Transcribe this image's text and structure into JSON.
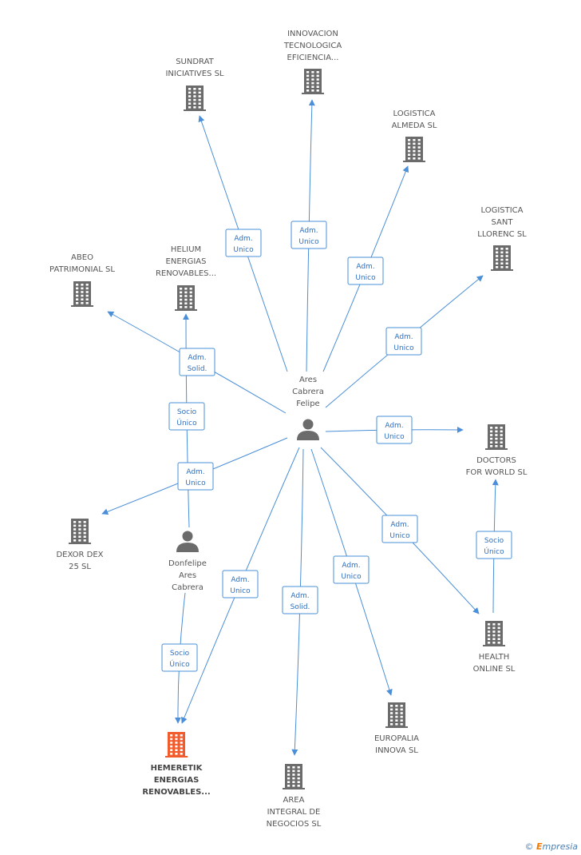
{
  "nodes": [
    {
      "id": "ares",
      "type": "person",
      "lines": [
        "Ares",
        "Cabrera",
        "Felipe"
      ]
    },
    {
      "id": "donfelipe",
      "type": "person",
      "lines": [
        "Donfelipe",
        "Ares",
        "Cabrera"
      ]
    },
    {
      "id": "innovacion",
      "type": "company",
      "lines": [
        "INNOVACION",
        "TECNOLOGICA",
        "EFICIENCIA..."
      ]
    },
    {
      "id": "sundrat",
      "type": "company",
      "lines": [
        "SUNDRAT",
        "INICIATIVES SL"
      ]
    },
    {
      "id": "almeda",
      "type": "company",
      "lines": [
        "LOGISTICA",
        "ALMEDA SL"
      ]
    },
    {
      "id": "llorenc",
      "type": "company",
      "lines": [
        "LOGISTICA",
        "SANT",
        "LLORENC SL"
      ]
    },
    {
      "id": "abeo",
      "type": "company",
      "lines": [
        "ABEO",
        "PATRIMONIAL SL"
      ]
    },
    {
      "id": "helium",
      "type": "company",
      "lines": [
        "HELIUM",
        "ENERGIAS",
        "RENOVABLES..."
      ]
    },
    {
      "id": "doctors",
      "type": "company",
      "lines": [
        "DOCTORS",
        "FOR WORLD SL"
      ]
    },
    {
      "id": "dexor",
      "type": "company",
      "lines": [
        "DEXOR DEX",
        "25 SL"
      ]
    },
    {
      "id": "health",
      "type": "company",
      "lines": [
        "HEALTH",
        "ONLINE SL"
      ]
    },
    {
      "id": "hemeretik",
      "type": "company-main",
      "lines": [
        "HEMERETIK",
        "ENERGIAS",
        "RENOVABLES..."
      ]
    },
    {
      "id": "europalia",
      "type": "company",
      "lines": [
        "EUROPALIA",
        "INNOVA SL"
      ]
    },
    {
      "id": "area",
      "type": "company",
      "lines": [
        "AREA",
        "INTEGRAL DE",
        "NEGOCIOS SL"
      ]
    }
  ],
  "edges": [
    {
      "from": "ares",
      "to": "sundrat",
      "label": [
        "Adm.",
        "Unico"
      ]
    },
    {
      "from": "ares",
      "to": "innovacion",
      "label": [
        "Adm.",
        "Unico"
      ]
    },
    {
      "from": "ares",
      "to": "almeda",
      "label": [
        "Adm.",
        "Unico"
      ]
    },
    {
      "from": "ares",
      "to": "llorenc",
      "label": [
        "Adm.",
        "Unico"
      ]
    },
    {
      "from": "ares",
      "to": "abeo",
      "label": [
        "Adm.",
        "Solid."
      ]
    },
    {
      "from": "donfelipe",
      "to": "helium",
      "label": [
        "Socio",
        "Único"
      ]
    },
    {
      "from": "ares",
      "to": "doctors",
      "label": [
        "Adm.",
        "Unico"
      ]
    },
    {
      "from": "ares",
      "to": "dexor",
      "label": [
        "Adm.",
        "Unico"
      ]
    },
    {
      "from": "ares",
      "to": "health",
      "label": [
        "Adm.",
        "Unico"
      ]
    },
    {
      "from": "health",
      "to": "doctors",
      "label": [
        "Socio",
        "Único"
      ]
    },
    {
      "from": "ares",
      "to": "hemeretik",
      "label": [
        "Adm.",
        "Unico"
      ]
    },
    {
      "from": "donfelipe",
      "to": "hemeretik",
      "label": [
        "Socio",
        "Único"
      ]
    },
    {
      "from": "ares",
      "to": "area",
      "label": [
        "Adm.",
        "Solid."
      ]
    },
    {
      "from": "ares",
      "to": "europalia",
      "label": [
        "Adm.",
        "Unico"
      ]
    }
  ],
  "colors": {
    "edge": "#4a8fd8",
    "node": "#6b6b6b",
    "main_node": "#f25c2c",
    "label_text": "#2f6fbf"
  },
  "footer": {
    "copyright": "©",
    "brand_first": "E",
    "brand_rest": "mpresia"
  }
}
